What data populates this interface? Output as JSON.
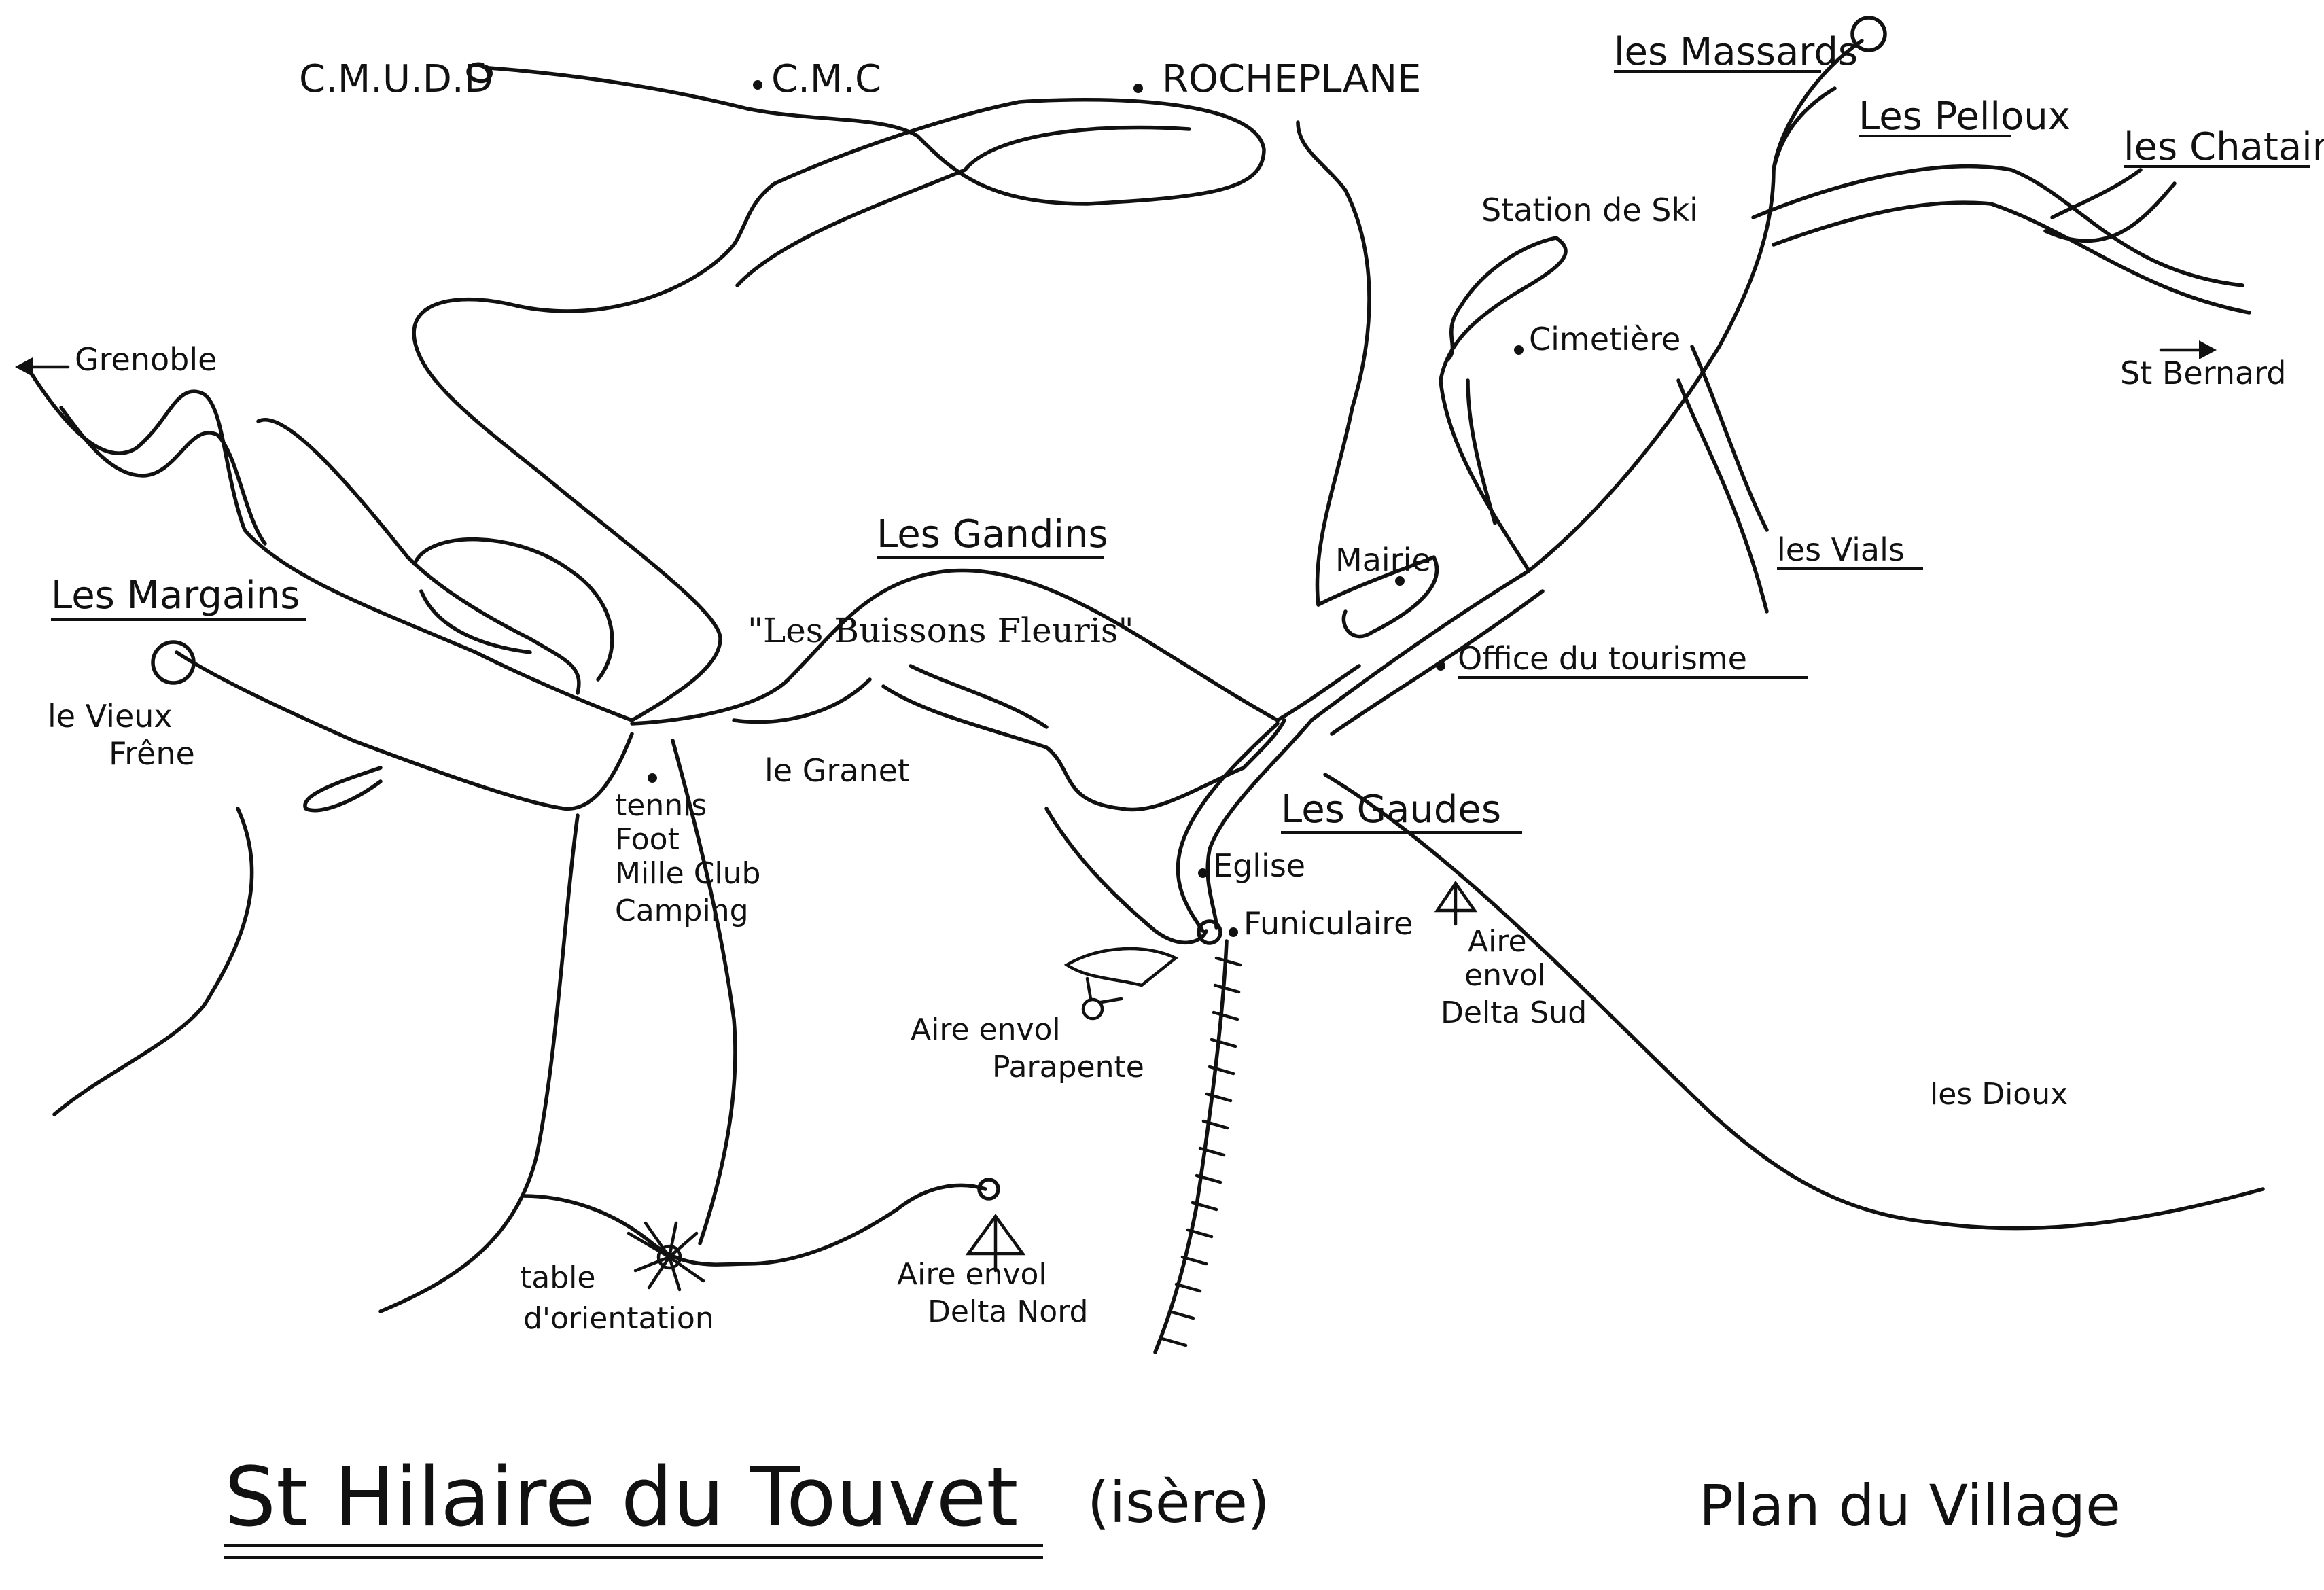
{
  "map": {
    "title": "St Hilaire du Touvet",
    "title_region": "(isère)",
    "subtitle": "Plan du Village",
    "hotel": "\"Les Buissons Fleuris\"",
    "places": {
      "cmudd": "C.M.U.D.D",
      "cmc": "C.M.C",
      "rocheplane": "ROCHEPLANE",
      "massards": "les Massards",
      "pelloux": "Les Pelloux",
      "chatains": "les Chatains",
      "station_ski": "Station de Ski",
      "cimetiere": "Cimetière",
      "grenoble": "Grenoble",
      "st_bernard": "St Bernard",
      "gandins": "Les Gandins",
      "margains": "Les Margains",
      "vieux_frene_1": "le Vieux",
      "vieux_frene_2": "Frêne",
      "mairie": "Mairie",
      "office": "Office du tourisme",
      "vials": "les Vials",
      "granet": "le Granet",
      "gaudes": "Les Gaudes",
      "eglise": "Eglise",
      "funiculaire": "Funiculaire",
      "tennis_1": "tennis",
      "tennis_2": "Foot",
      "tennis_3": "Mille Club",
      "tennis_4": "Camping",
      "parapente_1": "Aire envol",
      "parapente_2": "Parapente",
      "delta_sud_1": "Aire",
      "delta_sud_2": "envol",
      "delta_sud_3": "Delta Sud",
      "dioux": "les Dioux",
      "table_1": "table",
      "table_2": "d'orientation",
      "delta_nord_1": "Aire envol",
      "delta_nord_2": "Delta Nord"
    },
    "icons": {
      "grenoble_arrow": "arrow-left-icon",
      "st_bernard_arrow": "arrow-right-icon",
      "delta_wing": "hang-glider-icon",
      "paraglider": "paraglider-icon",
      "orientation_table": "orientation-table-icon",
      "railway": "funicular-track-icon"
    }
  }
}
